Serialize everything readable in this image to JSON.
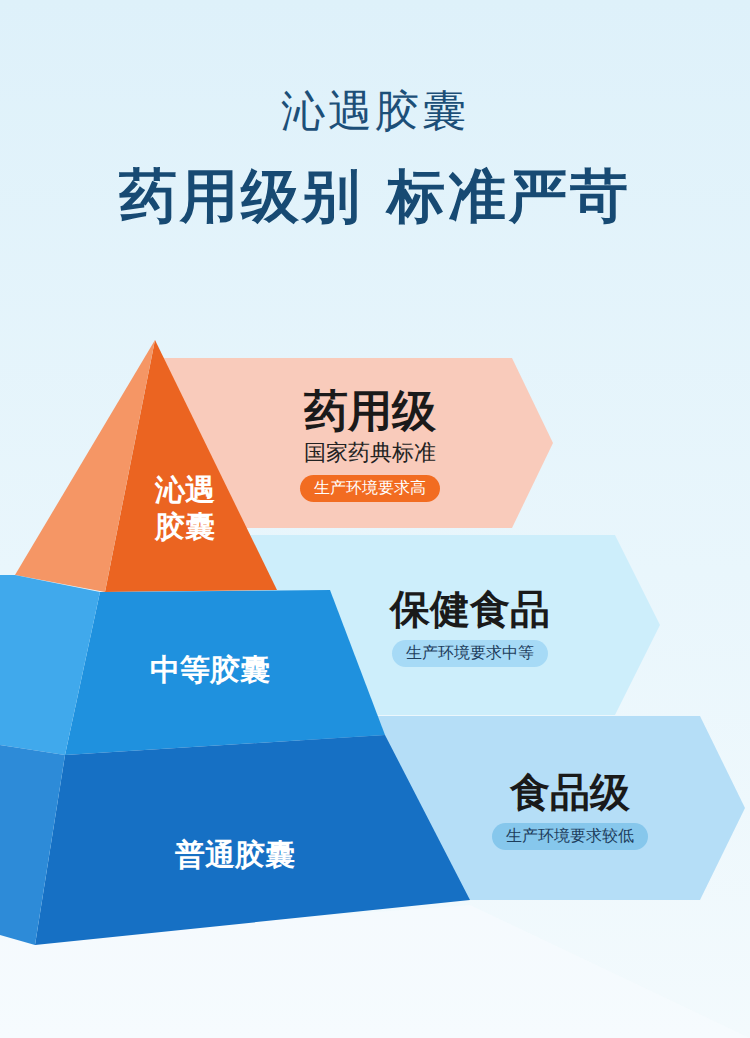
{
  "diagram": {
    "title": "沁遇胶囊",
    "nodes": [
      {
        "text": [
          "沁遇 胶囊"
        ]
      },
      {
        "text": [
          "药用级",
          "国家药典标准"
        ]
      },
      {
        "text": [
          "生产环境要求高"
        ],
        "in": 1
      },
      {
        "text": [
          "中等胶囊"
        ]
      },
      {
        "text": [
          "保健食品"
        ]
      },
      {
        "text": [
          "生产环境要求中等"
        ],
        "in": 4
      },
      {
        "text": [
          "普通胶囊"
        ]
      },
      {
        "text": [
          "食品级"
        ]
      },
      {
        "text": [
          "生产环境要求较低"
        ],
        "in": 7
      }
    ],
    "labels": [
      "药用级别 标准严苛"
    ]
  }
}
